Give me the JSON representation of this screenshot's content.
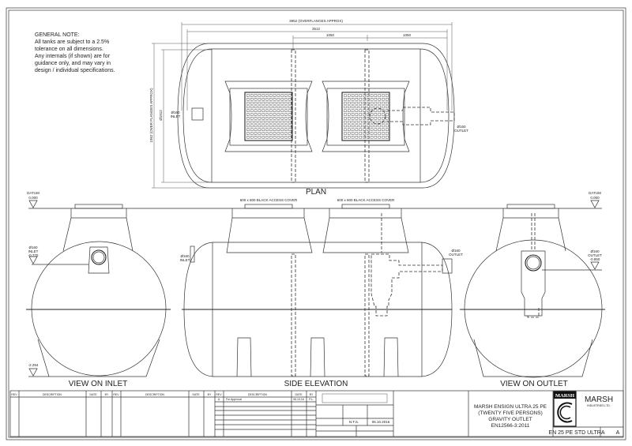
{
  "general_note": {
    "heading": "GENERAL NOTE:",
    "lines": [
      "All tanks are subject to a 2.5%",
      "tolerance on all dimensions.",
      "Any internals (if shown) are for",
      "guidance only, and may vary in",
      "design / individual specifications."
    ]
  },
  "plan": {
    "title": "PLAN",
    "dim_overall": "3952 (OVERFLANGES APPROX)",
    "dim_body": "3512",
    "dim_chamber_1": "1050",
    "dim_chamber_2": "1050",
    "dim_height_overall": "1952 (OVER FLANGES APPROX)",
    "dim_diameter": "Ø1912",
    "inlet_label": [
      "Ø160",
      "INLET"
    ],
    "outlet_label": [
      "Ø160",
      "OUTLET"
    ]
  },
  "view_inlet": {
    "title": "VIEW ON INLET",
    "datum": [
      "DATUM",
      "0.000"
    ],
    "inlet_level": [
      "Ø160",
      "INLET",
      "-0.770"
    ],
    "base_level": "-2.294"
  },
  "side_elevation": {
    "title": "SIDE ELEVATION",
    "cover_1": "600 x 600 BLACK ACCESS COVER",
    "cover_2": "600 x 600 BLACK ACCESS COVER",
    "inlet_label": [
      "Ø160",
      "INLET"
    ],
    "outlet_label": [
      "Ø160",
      "OUTLET"
    ]
  },
  "view_outlet": {
    "title": "VIEW ON OUTLET",
    "datum": [
      "DATUM",
      "0.000"
    ],
    "outlet_level": [
      "Ø160",
      "OUTLET",
      "-0.850"
    ]
  },
  "title_block": {
    "rev_headers": [
      "REV",
      "DESCRIPTION",
      "DATE",
      "BY"
    ],
    "revision": {
      "rev": "A",
      "description": "For Approval",
      "date": "06.10.16",
      "by": "P.L."
    },
    "scale": "N.T.S.",
    "date": "06.10.2016",
    "title_lines": [
      "MARSH ENSIGN ULTRA 25 PE",
      "(TWENTY FIVE PERSONS)",
      "GRAVITY OUTLET",
      "EN12566-3:2011"
    ],
    "drawing_number": "EN 25 PE STD ULTRA",
    "rev": "A",
    "company": "MARSH",
    "company_sub": "INDUSTRIES LTD.",
    "logo_text": "MARSH"
  }
}
